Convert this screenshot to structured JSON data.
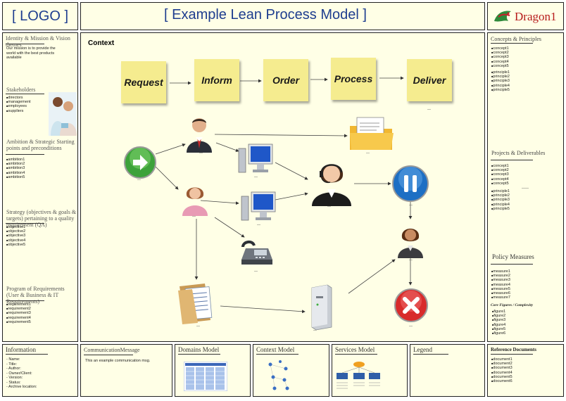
{
  "header": {
    "logo": "[ LOGO ]",
    "title": "[ Example Lean Process Model ]",
    "brand": "Dragon1"
  },
  "left": {
    "identity_title": "Identity & Mission & Vision themes",
    "identity_text": "Our mission is to provide the world with the best products available",
    "stakeholders_title": "Stakeholders",
    "stakeholders": [
      "directors",
      "management",
      "employees",
      "suppliers"
    ],
    "ambition_title": "Ambition & Strategic Starting points and preconditions",
    "ambitions": [
      "ambition1",
      "ambition2",
      "ambition3",
      "ambition4",
      "ambition5"
    ],
    "strategy_title": "Strategy (objectives & goals & targets) pertaining to a quality requirement (QA)",
    "objectives": [
      "objective1",
      "objective2",
      "objective3",
      "objective4",
      "objective5"
    ],
    "program_title": "Program of Requirements (User & Business & IT Requirements)",
    "requirements": [
      "requirement1",
      "requirement2",
      "requirement3",
      "requirement4",
      "requirement5"
    ]
  },
  "center": {
    "context_title": "Context",
    "steps": [
      "Request",
      "Inform",
      "Order",
      "Process",
      "Deliver"
    ]
  },
  "right": {
    "concepts_title": "Concepts & Principles",
    "concepts": [
      "concept1",
      "concept2",
      "concept3",
      "concept4",
      "concept5"
    ],
    "principles": [
      "principle1",
      "principle2",
      "principle3",
      "principle4",
      "principle5"
    ],
    "projects_title": "Projects & Deliverables",
    "projects_concepts": [
      "concept1",
      "concept2",
      "concept3",
      "concept4",
      "concept5"
    ],
    "projects_principles": [
      "principle1",
      "principle2",
      "principle3",
      "principle4",
      "principle5"
    ],
    "policy_title": "Policy Measures",
    "measures": [
      "measure1",
      "measure2",
      "measure3",
      "measure4",
      "measure5",
      "measure6",
      "measure7"
    ],
    "figures_title": "Core Figures / Complexity",
    "figures": [
      "figure1",
      "figure2",
      "figure3",
      "figure4",
      "figure5",
      "figure6"
    ]
  },
  "bottom": {
    "info_title": "Information",
    "info_items": [
      "- Name:",
      "- Title:",
      "- Author:",
      "- Owner/Client:",
      "- Version:",
      "- Status:",
      "- Archive location:"
    ],
    "comm_title": "CommunicationMessage",
    "comm_text": "This an example communication msg.",
    "domains_title": "Domains Model",
    "context_model_title": "Context Model",
    "services_title": "Services Model",
    "legend_title": "Legend",
    "refdocs_title": "Reference Documents",
    "documents": [
      "document1",
      "document2",
      "document3",
      "document4",
      "document5",
      "document6"
    ]
  },
  "colors": {
    "panel": "#ffffe6",
    "sticky": "#f5ec8f",
    "title_blue": "#1e3d8f",
    "border": "#222222"
  }
}
